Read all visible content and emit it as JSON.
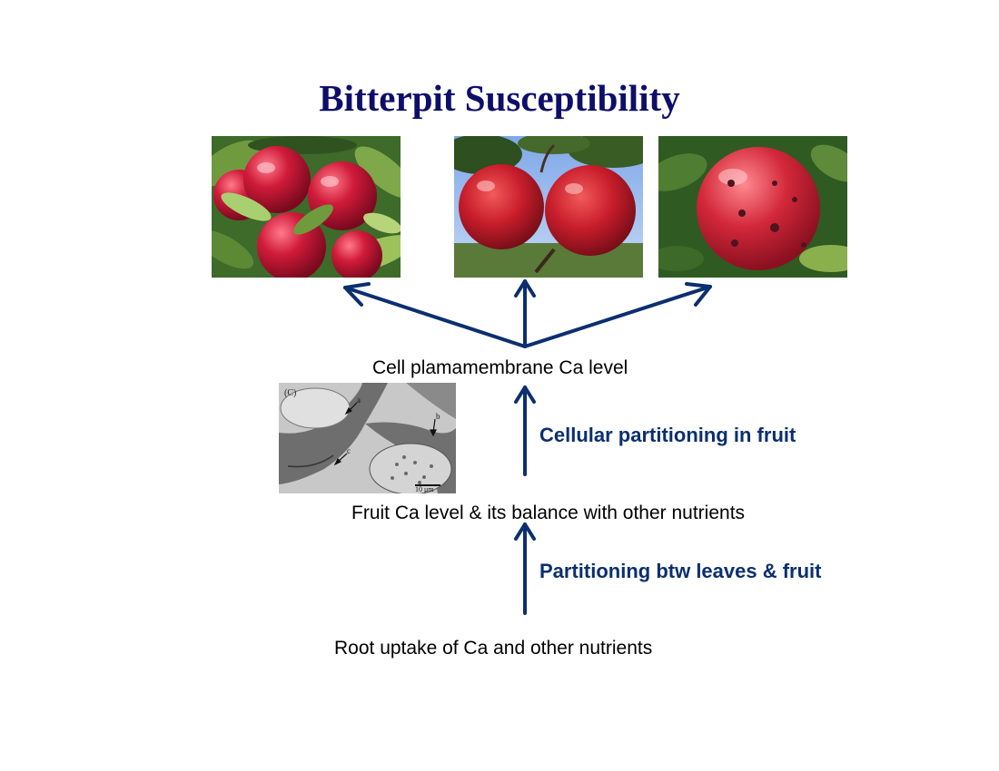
{
  "title": "Bitterpit Susceptibility",
  "photos": [
    {
      "subject": "Healthy red apples cluster on branch"
    },
    {
      "subject": "Two red apples on tree"
    },
    {
      "subject": "Red apple with bitter pit spots"
    }
  ],
  "micrograph": {
    "panel_label": "(C)",
    "markers": [
      "a",
      "b",
      "c"
    ],
    "scale_bar": "10 μm"
  },
  "levels": {
    "cell": "Cell plamamembrane Ca level",
    "fruit": "Fruit Ca level & its balance with other nutrients",
    "root": "Root uptake of Ca and other nutrients"
  },
  "processes": {
    "cellular": "Cellular partitioning in fruit",
    "leaves_fruit": "Partitioning btw leaves & fruit"
  },
  "colors": {
    "title": "#0e0e6a",
    "arrow": "#0b2f6f",
    "process_text": "#0b2f6f"
  }
}
